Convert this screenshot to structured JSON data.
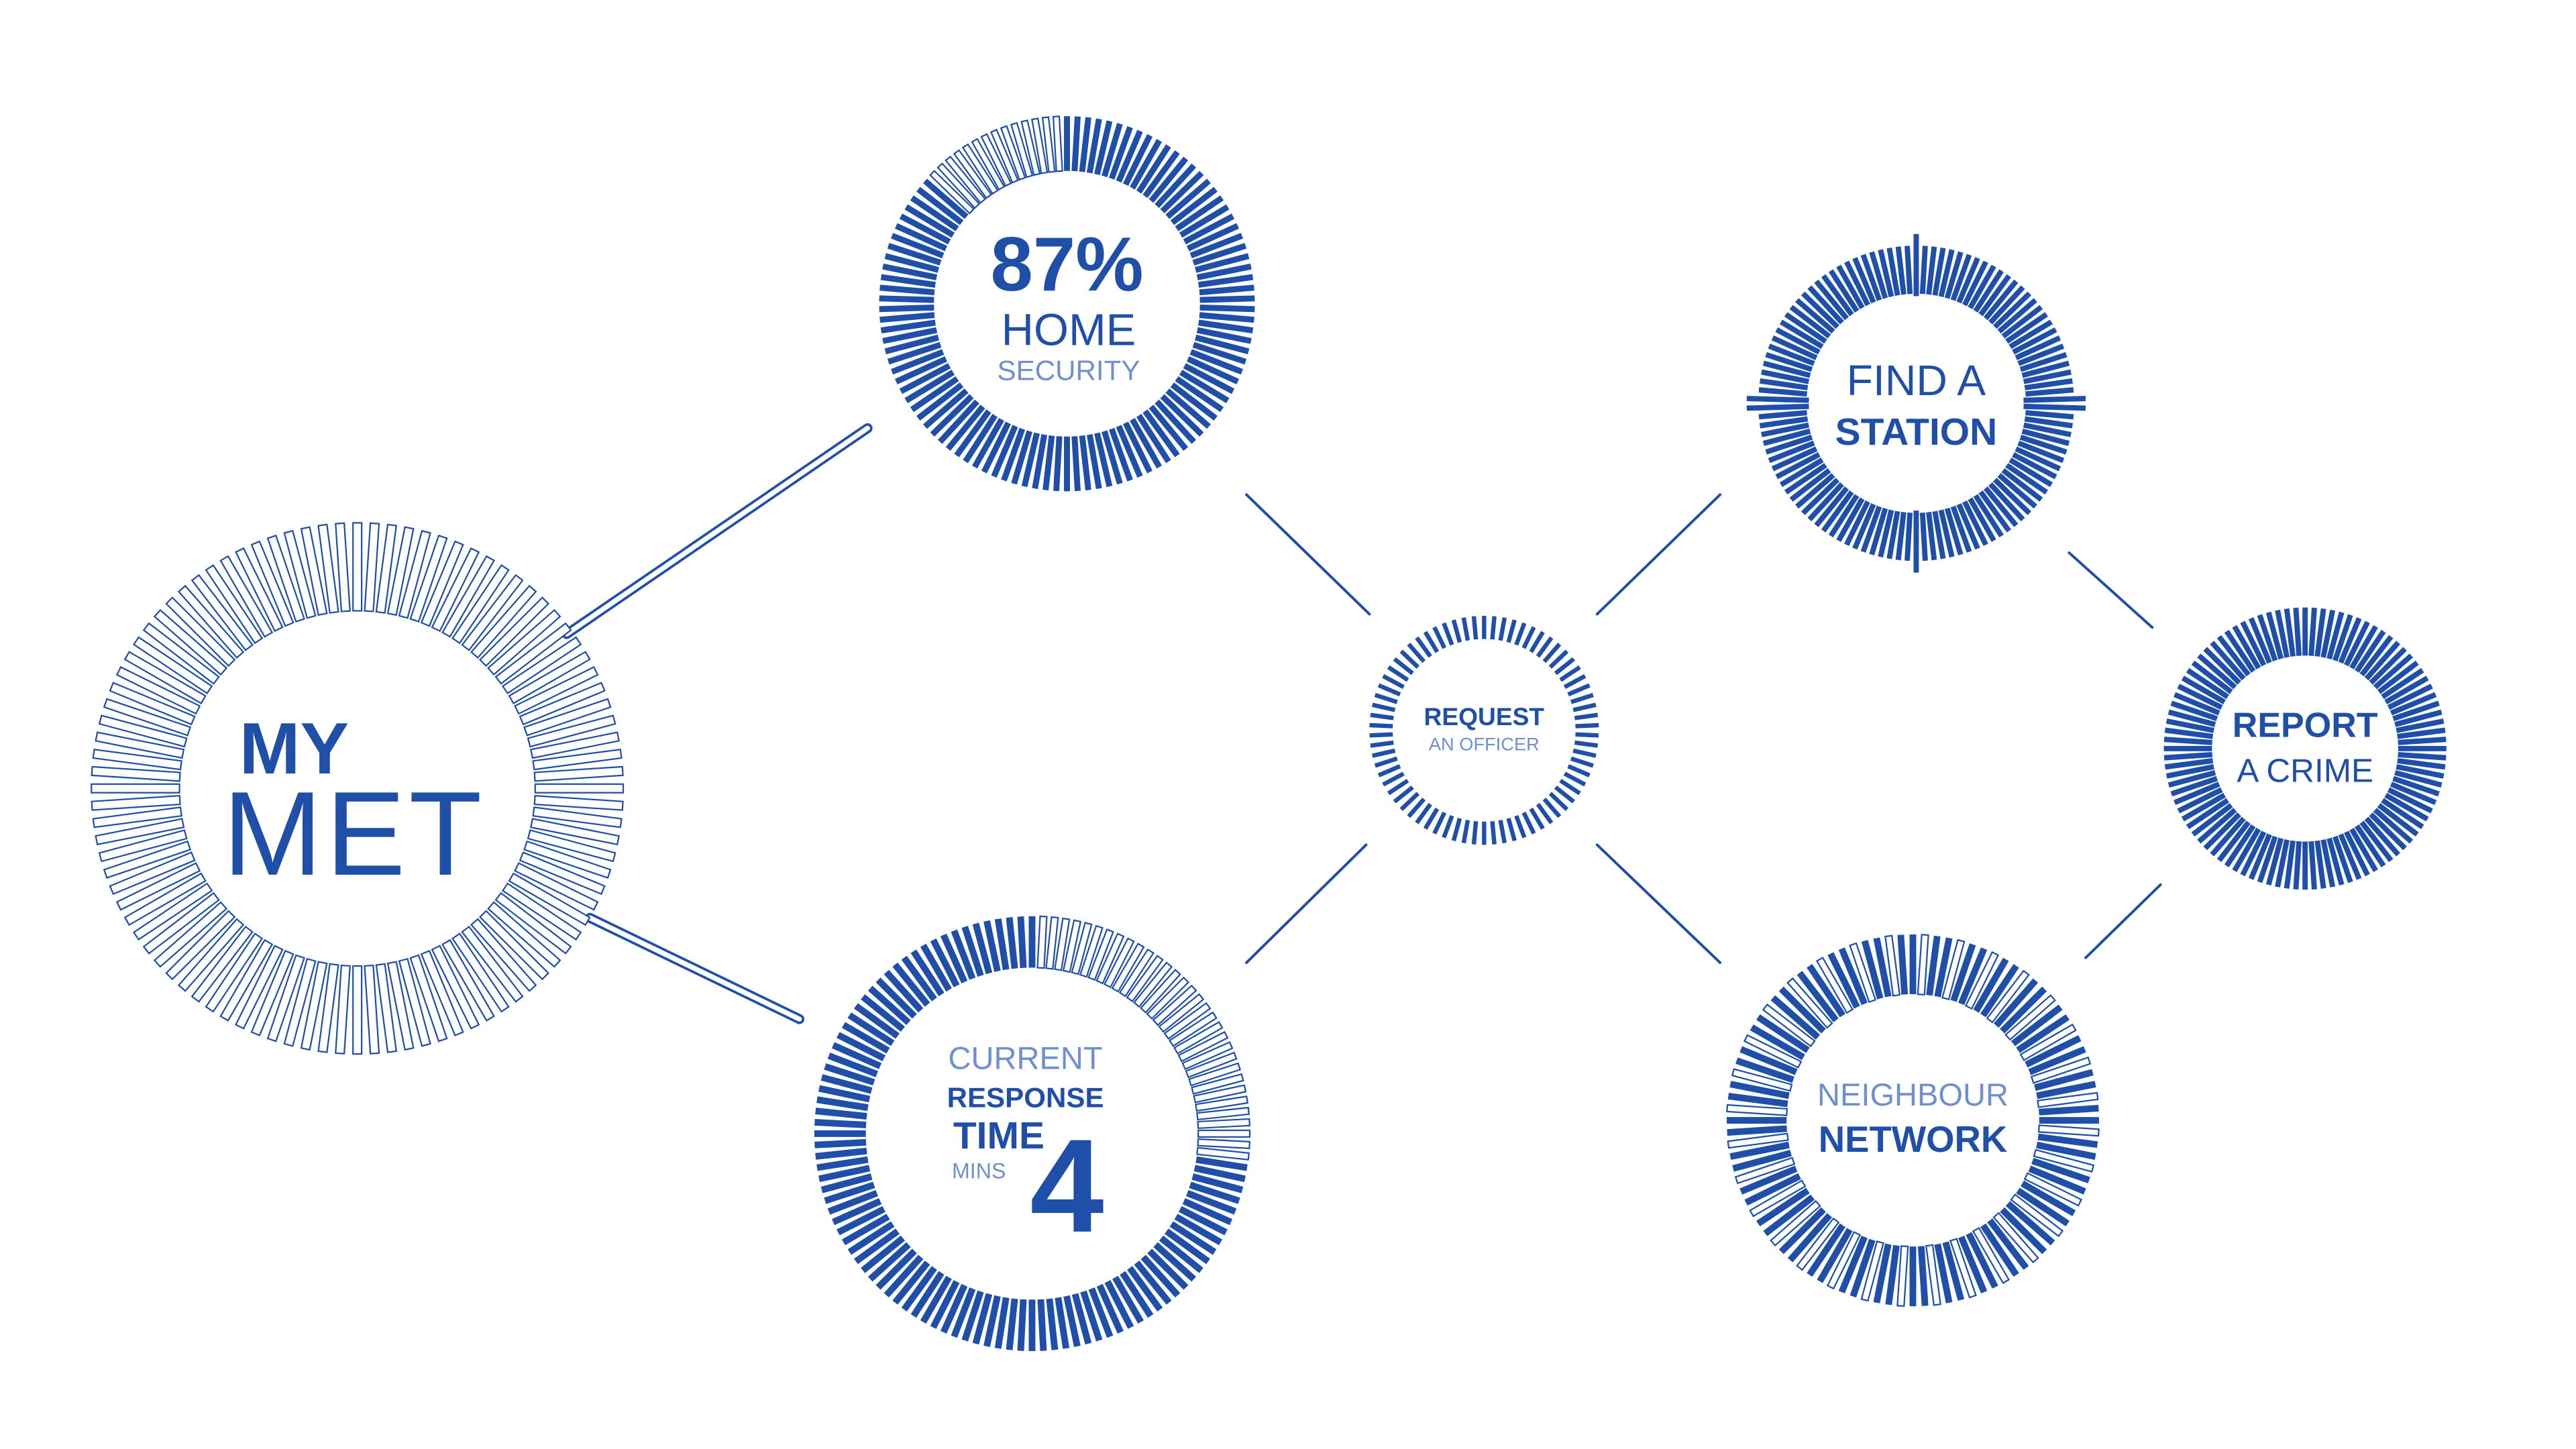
{
  "colors": {
    "primary": "#1f4fa8",
    "background": "#ffffff"
  },
  "nodes": {
    "my_met": {
      "line1": "MY",
      "line2": "MET",
      "ring_style": "outlined"
    },
    "home_security": {
      "value": "87%",
      "line1": "HOME",
      "line2": "SECURITY",
      "level": 0.87
    },
    "response_time": {
      "line1": "CURRENT",
      "line2": "RESPONSE",
      "line3": "TIME",
      "unit": "MINS",
      "value": "4",
      "level": 0.7
    },
    "request_officer": {
      "line1": "REQUEST",
      "line2": "AN OFFICER"
    },
    "find_station": {
      "line1": "FIND A",
      "line2": "STATION"
    },
    "report_crime": {
      "line1": "REPORT",
      "line2": "A CRIME"
    },
    "neighbour_network": {
      "line1": "NEIGHBOUR",
      "line2": "NETWORK"
    }
  }
}
